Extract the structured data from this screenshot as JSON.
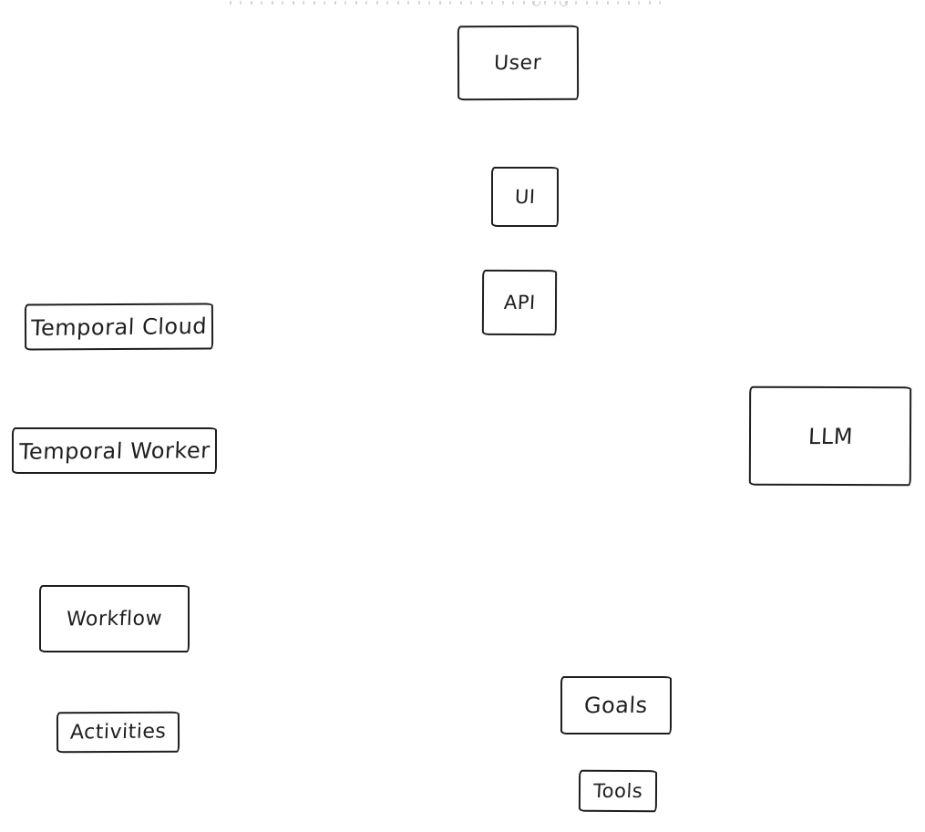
{
  "canvas": {
    "background_color": "#ffffff",
    "stroke_color": "#1e1e1e",
    "style": "hand-drawn-excalidraw"
  },
  "diagram": {
    "type": "architecture-boxes",
    "nodes": [
      {
        "id": "user",
        "label": "User"
      },
      {
        "id": "ui",
        "label": "UI"
      },
      {
        "id": "api",
        "label": "API"
      },
      {
        "id": "temporal-cloud",
        "label": "Temporal Cloud"
      },
      {
        "id": "temporal-worker",
        "label": "Temporal Worker"
      },
      {
        "id": "llm",
        "label": "LLM"
      },
      {
        "id": "workflow",
        "label": "Workflow"
      },
      {
        "id": "activities",
        "label": "Activities"
      },
      {
        "id": "goals",
        "label": "Goals"
      },
      {
        "id": "tools",
        "label": "Tools"
      }
    ]
  }
}
